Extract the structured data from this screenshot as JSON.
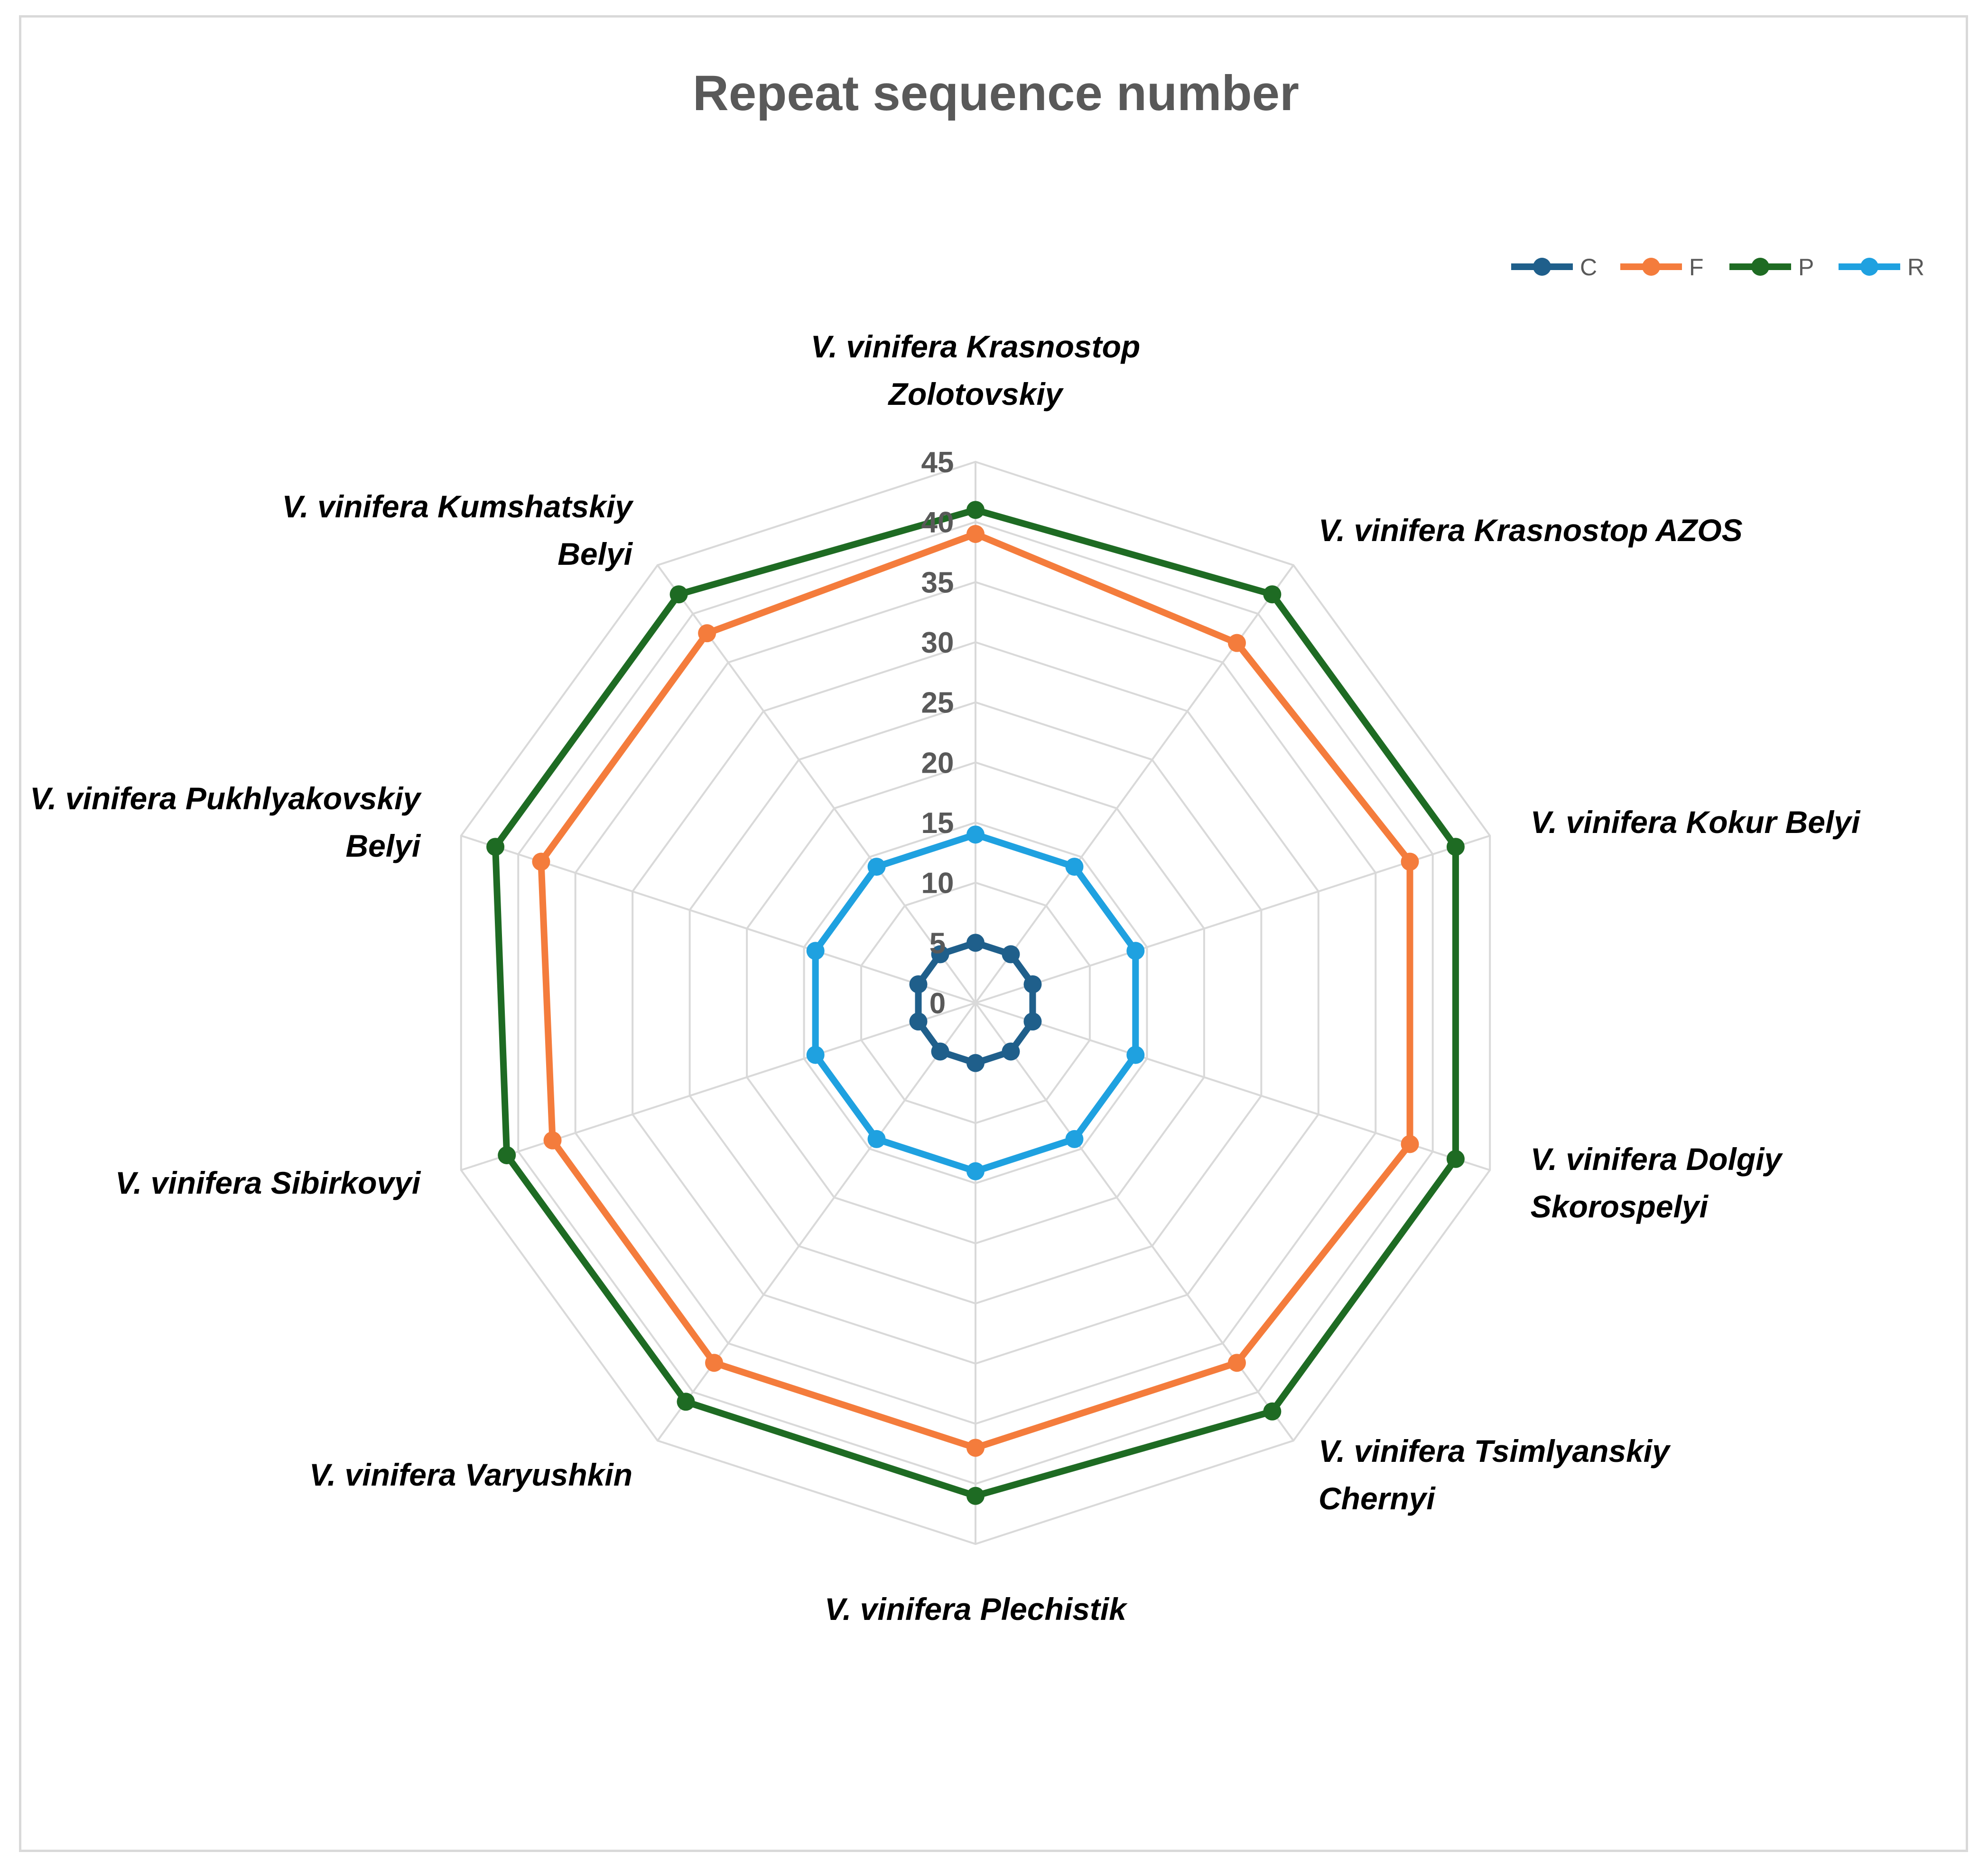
{
  "chart_data": {
    "type": "radar",
    "title": "Repeat sequence number",
    "categories": [
      "V. vinifera Krasnostop Zolotovskiy",
      "V. vinifera Krasnostop AZOS",
      "V. vinifera Kokur Belyi",
      "V. vinifera Dolgiy Skorospelyi",
      "V. vinifera Tsimlyanskiy Chernyi",
      "V. vinifera Plechistik",
      "V. vinifera Varyushkin",
      "V. vinifera Sibirkovyi",
      "V. vinifera Pukhlyakovskiy Belyi",
      "V. vinifera Kumshatskiy Belyi"
    ],
    "radial_ticks": [
      0,
      5,
      10,
      15,
      20,
      25,
      30,
      35,
      40,
      45
    ],
    "rlim": [
      0,
      45
    ],
    "grid": true,
    "legend_position": "top-right",
    "series": [
      {
        "name": "C",
        "color": "#1f5f8b",
        "values": [
          5,
          5,
          5,
          5,
          5,
          5,
          5,
          5,
          5,
          5
        ]
      },
      {
        "name": "F",
        "color": "#f47c3c",
        "values": [
          39,
          37,
          38,
          38,
          37,
          37,
          37,
          37,
          38,
          38
        ]
      },
      {
        "name": "P",
        "color": "#1e6b23",
        "values": [
          41,
          42,
          42,
          42,
          42,
          41,
          41,
          41,
          42,
          42
        ]
      },
      {
        "name": "R",
        "color": "#1fa1e0",
        "values": [
          14,
          14,
          14,
          14,
          14,
          14,
          14,
          14,
          14,
          14
        ]
      }
    ]
  }
}
